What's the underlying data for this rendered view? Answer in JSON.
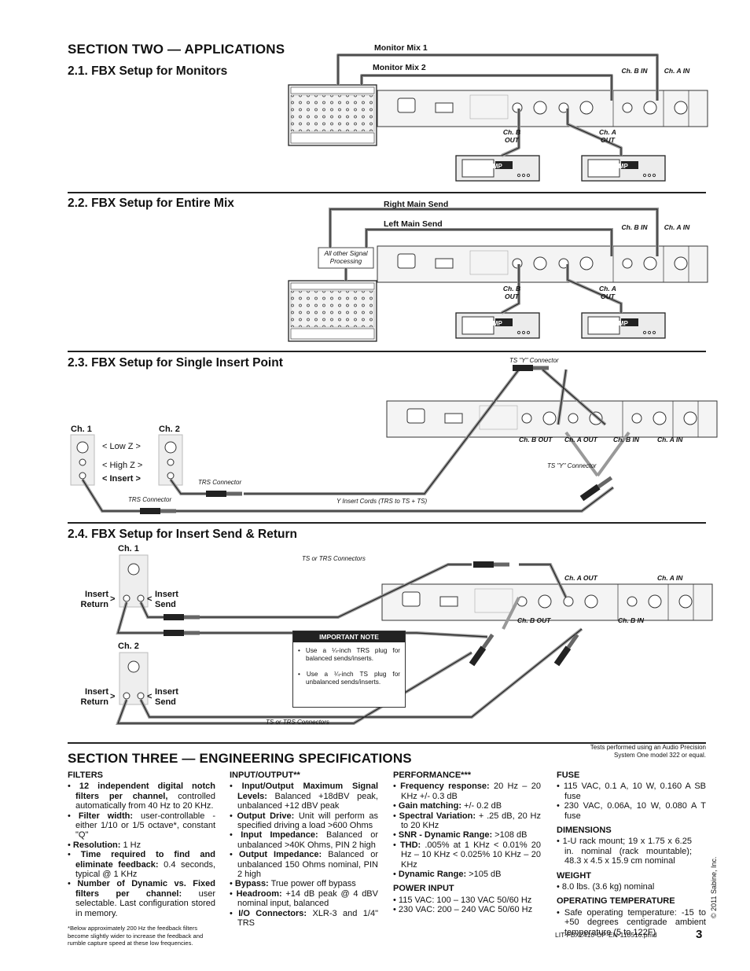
{
  "section_two": {
    "title": "SECTION TWO — APPLICATIONS",
    "s21": "2.1.  FBX Setup for Monitors",
    "s22": "2.2.  FBX Setup for Entire Mix",
    "s23": "2.3.  FBX Setup for Single Insert Point",
    "s24": "2.4.  FBX Setup for Insert Send & Return"
  },
  "diagram1": {
    "monitor_mix_1": "Monitor Mix 1",
    "monitor_mix_2": "Monitor Mix 2",
    "ch_b_in": "Ch. B IN",
    "ch_a_in": "Ch. A IN",
    "ch_b_out": "Ch. B OUT",
    "ch_a_out": "Ch. A OUT",
    "amp": "AMP"
  },
  "diagram2": {
    "right_main_send": "Right Main Send",
    "left_main_send": "Left Main Send",
    "other_processing": "All other Signal Processing",
    "ch_b_in": "Ch. B IN",
    "ch_a_in": "Ch. A IN",
    "ch_b_out": "Ch. B OUT",
    "ch_a_out": "Ch. A OUT",
    "amp": "AMP"
  },
  "diagram3": {
    "ts_y_top": "TS \"Y\" Connector",
    "ts_y_right": "TS \"Y\" Connector",
    "ch1": "Ch. 1",
    "ch2": "Ch. 2",
    "low_z": "< Low Z >",
    "high_z": "< High Z >",
    "insert": "< Insert >",
    "trs1": "TRS Connector",
    "trs2": "TRS Connector",
    "y_cords": "Y Insert Cords (TRS to TS + TS)",
    "ch_b_out": "Ch. B OUT",
    "ch_a_out": "Ch. A OUT",
    "ch_b_in": "Ch. B IN",
    "ch_a_in": "Ch. A IN"
  },
  "diagram4": {
    "ch1": "Ch. 1",
    "ch2": "Ch. 2",
    "insert_return": "Insert Return",
    "insert_send": "Insert Send",
    "ts_trs_top": "TS or TRS Connectors",
    "ts_trs_bottom": "TS or TRS Connectors",
    "ch_a_out": "Ch. A OUT",
    "ch_a_in": "Ch. A IN",
    "ch_b_out": "Ch. B OUT",
    "ch_b_in": "Ch. B IN",
    "note_title": "IMPORTANT NOTE",
    "note_1": "Use a ¼-inch TRS plug for balanced sends/inserts.",
    "note_2": "Use a ¼-inch TS plug for unbalanced sends/inserts."
  },
  "section_three": {
    "title": "SECTION THREE — ENGINEERING SPECIFICATIONS",
    "tests_note_1": "Tests performed using an Audio Precision",
    "tests_note_2": "System One model 322 or equal."
  },
  "filters": {
    "title": "FILTERS",
    "items": [
      {
        "b": "12 independent digital notch filters per channel,",
        "t": " controlled automatically from 40 Hz to 20 KHz."
      },
      {
        "b": "Filter width:",
        "t": " user-controllable - either 1/10 or 1/5 octave*, constant \"Q\""
      },
      {
        "b": "Resolution:",
        "t": " 1 Hz"
      },
      {
        "b": "Time required to find and eliminate feedback:",
        "t": " 0.4 seconds, typical @ 1 KHz"
      },
      {
        "b": "Number of Dynamic vs. Fixed filters per channel:",
        "t": " user selectable. Last configuration stored in memory."
      }
    ],
    "footnote": "*Below approximately 200 Hz the feedback filters become slightly wider to increase the feedback and rumble capture speed at these low frequencies."
  },
  "io": {
    "title": "INPUT/OUTPUT**",
    "items": [
      {
        "b": "Input/Output Maximum Signal Levels:",
        "t": " Balanced +18dBV peak, unbalanced +12 dBV peak"
      },
      {
        "b": "Output Drive:",
        "t": " Unit will perform as specified driving a load >600 Ohms"
      },
      {
        "b": "Input Impedance:",
        "t": " Balanced or unbalanced >40K Ohms, PIN 2 high"
      },
      {
        "b": "Output Impedance:",
        "t": " Balanced or unbalanced 150 Ohms nominal, PIN 2 high"
      },
      {
        "b": "Bypass:",
        "t": " True power off bypass"
      },
      {
        "b": "Headroom:",
        "t": " +14 dB peak @ 4 dBV nominal input, balanced"
      },
      {
        "b": "I/O Connectors:",
        "t": " XLR-3 and 1/4\" TRS"
      }
    ]
  },
  "performance": {
    "title": "PERFORMANCE***",
    "items": [
      {
        "b": "Frequency response:",
        "t": " 20 Hz – 20 KHz +/- 0.3 dB"
      },
      {
        "b": "Gain matching:",
        "t": "  +/- 0.2 dB"
      },
      {
        "b": "Spectral Variation:",
        "t": "  + .25 dB, 20 Hz to 20 KHz"
      },
      {
        "b": "SNR - Dynamic Range:",
        "t": " >108 dB"
      },
      {
        "b": "THD:",
        "t": " .005% at 1 KHz < 0.01% 20 Hz – 10 KHz < 0.025% 10 KHz – 20 KHz"
      },
      {
        "b": "Dynamic Range:",
        "t": " >105 dB"
      }
    ],
    "power_title": "POWER INPUT",
    "power": [
      "115 VAC:   100 – 130 VAC 50/60 Hz",
      "230 VAC:   200 – 240 VAC 50/60 Hz"
    ]
  },
  "fuse": {
    "title": "FUSE",
    "items": [
      "115 VAC, 0.1 A, 10 W, 0.160 A SB fuse",
      "230 VAC, 0.06A, 10 W, 0.080 A T fuse"
    ],
    "dim_title": "DIMENSIONS",
    "dims": [
      "1-U rack mount; 19 x 1.75 x 6.25 in. nominal (rack mountable); 48.3 x 4.5 x 15.9 cm nominal"
    ],
    "weight_title": "WEIGHT",
    "weight": [
      "8.0 lbs. (3.6 kg) nominal"
    ],
    "temp_title": "OPERATING TEMPERATURE",
    "temp": [
      "Safe operating temperature: -15 to +50 degrees centigrade ambient temperature (5 to 122F)"
    ]
  },
  "footer": {
    "file": "LIT-FBX2410-OP-EN-110516.pmd",
    "page": "3",
    "copyright": "© 2011 Sabine, Inc."
  }
}
